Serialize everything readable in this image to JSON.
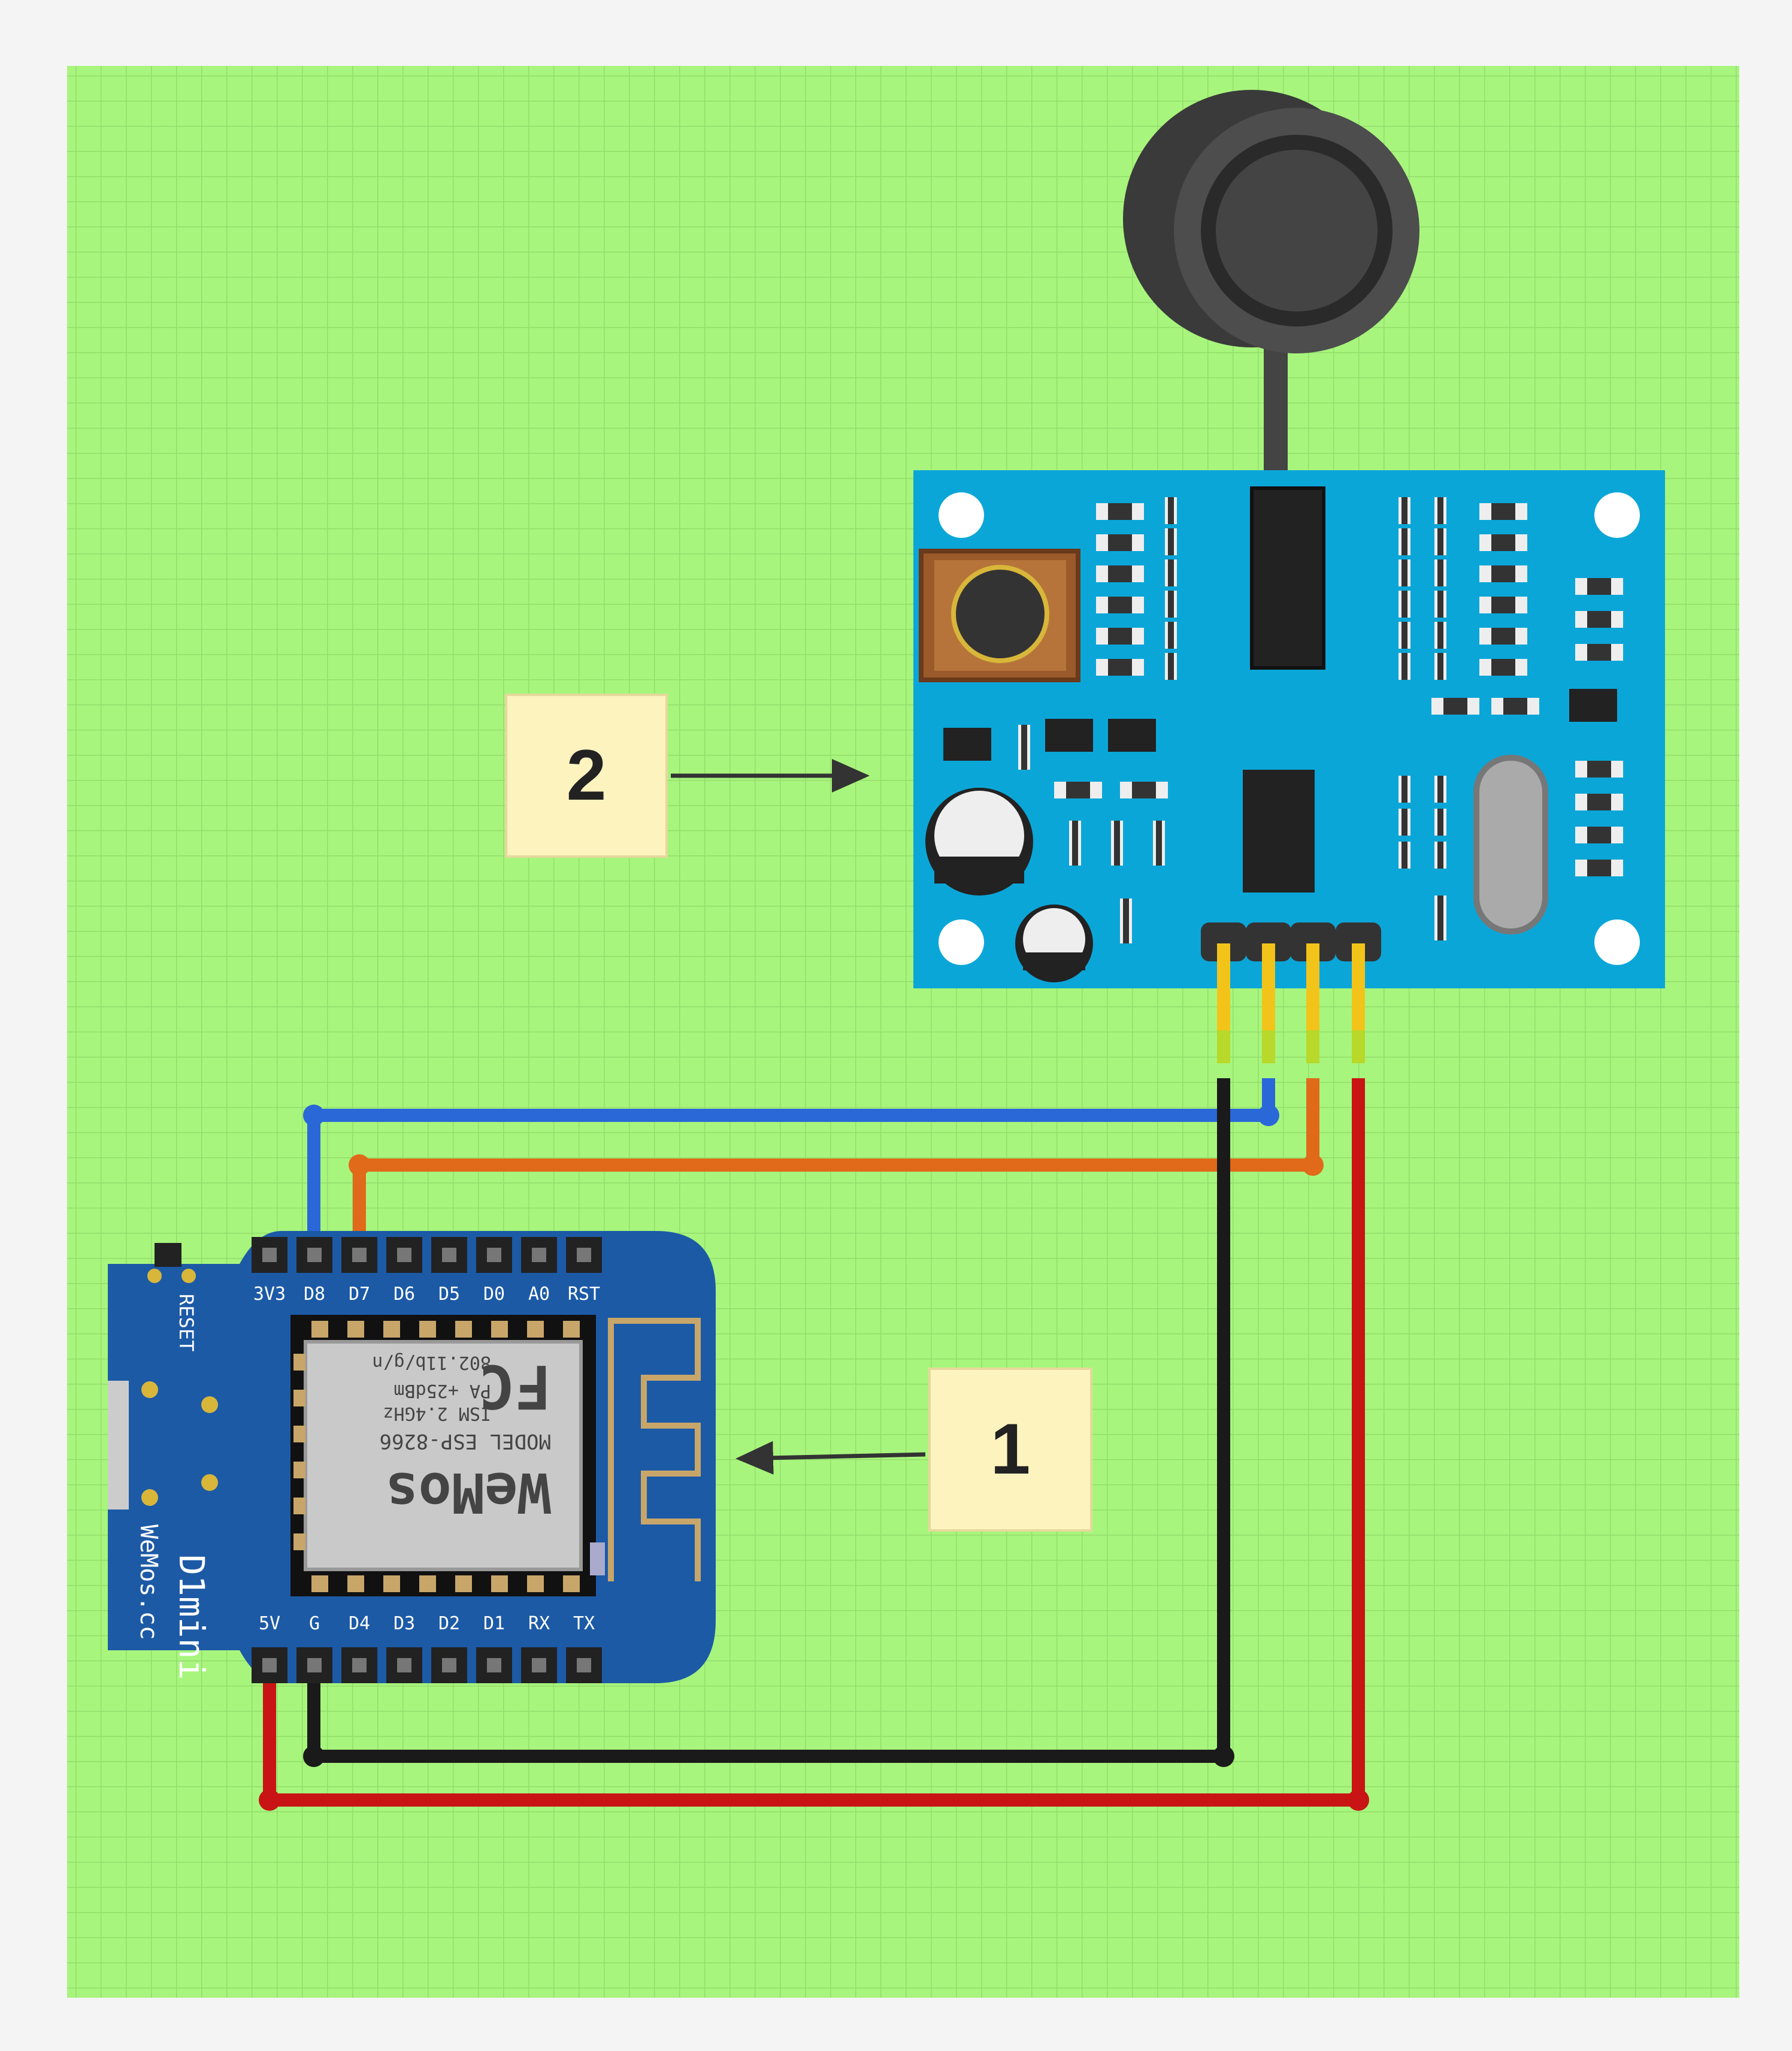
{
  "diagram": {
    "colors": {
      "canvas_bg": "#a8f57d",
      "grid": "#8fd96a",
      "board_wemos": "#1c5aa6",
      "board_sensor": "#0ba6d8",
      "wire_blue": "#2a68d8",
      "wire_orange": "#e06a1a",
      "wire_black": "#1a1a1a",
      "wire_red": "#c81414",
      "note": "#fdf3bf"
    },
    "callouts": [
      {
        "label": "1"
      },
      {
        "label": "2"
      }
    ],
    "wemos": {
      "top_pins": [
        "3V3",
        "D8",
        "D7",
        "D6",
        "D5",
        "D0",
        "A0",
        "RST"
      ],
      "bottom_pins": [
        "5V",
        "G",
        "D4",
        "D3",
        "D2",
        "D1",
        "RX",
        "TX"
      ],
      "reset_label": "RESET",
      "brand": "D1mini",
      "maker": "WeMos.cc",
      "module": {
        "logo": "WeMos",
        "model_line": "MODEL ESP-8266",
        "ism_line": "ISM 2.4GHz",
        "pa_line": "PA +25dBm",
        "wifi_line": "802.11b/g/n",
        "fcc": "FC"
      }
    },
    "sensor": {
      "pins": 4
    }
  }
}
